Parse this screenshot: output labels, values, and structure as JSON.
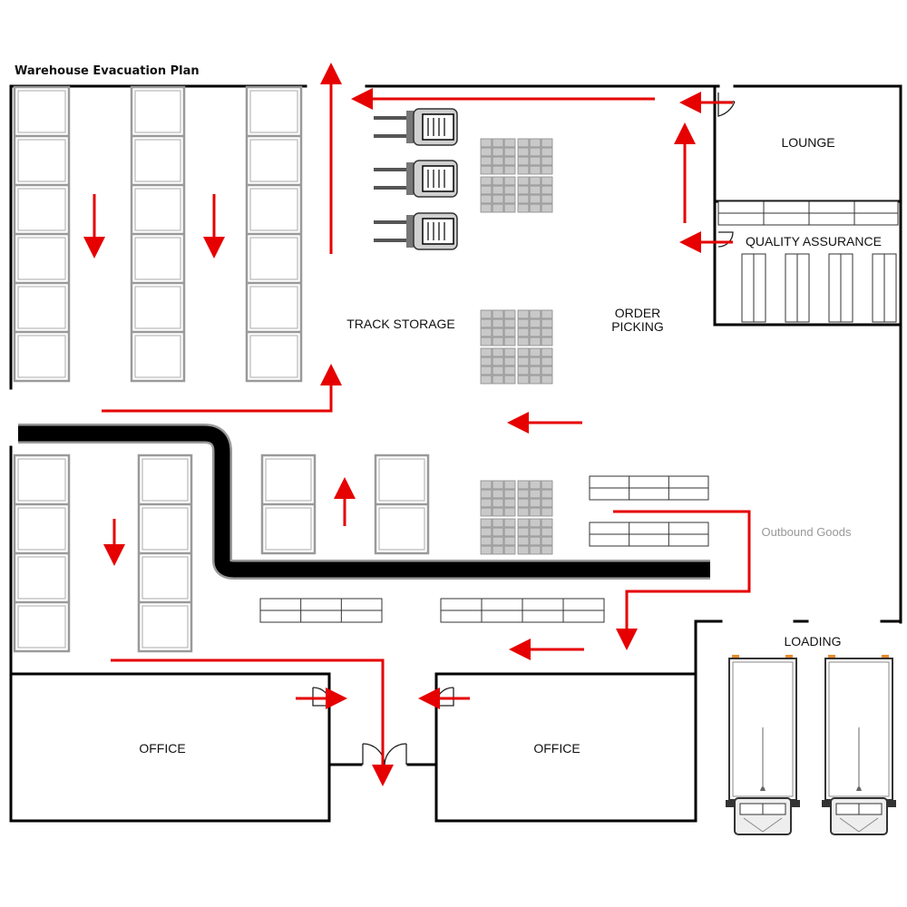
{
  "title": "Warehouse Evacuation Plan",
  "rooms": {
    "lounge": "LOUNGE",
    "quality_assurance": "QUALITY ASSURANCE",
    "track_storage": "TRACK STORAGE",
    "order_picking_line1": "ORDER",
    "order_picking_line2": "PICKING",
    "outbound_goods": "Outbound Goods",
    "loading": "LOADING",
    "office_left": "OFFICE",
    "office_right": "OFFICE"
  },
  "colors": {
    "evacuation_route": "#e60000",
    "wall": "#000000",
    "rack": "#9a9a9a",
    "pallet": "#c9c9c9",
    "conveyor": "#000000",
    "muted_label": "#999999"
  },
  "legend_icons": [
    "forklift-icon",
    "truck-icon",
    "door-icon",
    "arrow-icon"
  ]
}
